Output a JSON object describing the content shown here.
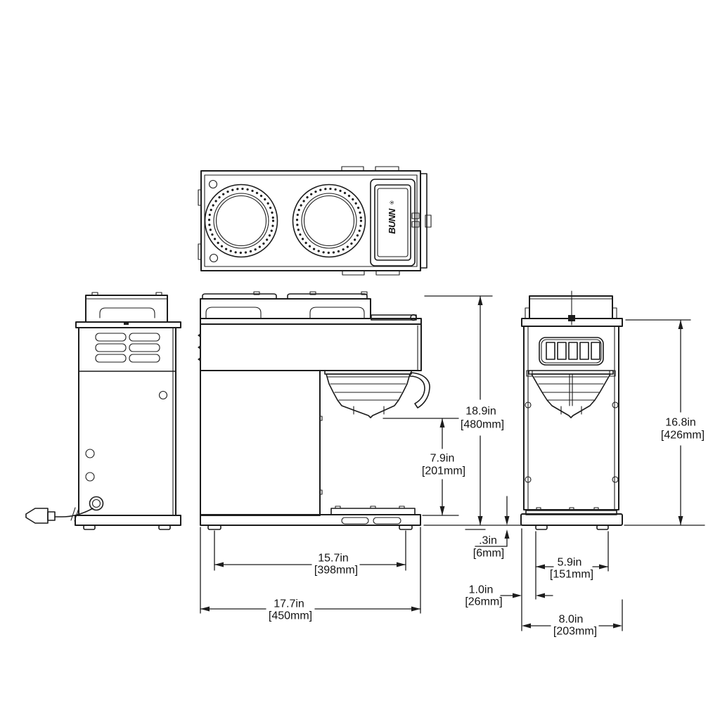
{
  "drawing": {
    "brand": {
      "name": "BUNN",
      "registered_mark": "®"
    },
    "line_color": "#1c1c1c",
    "views": {
      "top": "top plan view with two warmer plates and brew head lid",
      "side_left": "left side elevation with vents and power cord",
      "side_profile": "side profile with brew funnel and drip tray",
      "front": "front elevation with switch panel and funnel"
    },
    "dimensions": {
      "overall_height": {
        "inches": "18.9in",
        "millimeters": "[480mm]"
      },
      "funnel_clearance": {
        "inches": "7.9in",
        "millimeters": "[201mm]"
      },
      "foot_spacing_depth": {
        "inches": "15.7in",
        "millimeters": "[398mm]"
      },
      "overall_depth": {
        "inches": "17.7in",
        "millimeters": "[450mm]"
      },
      "front_height": {
        "inches": "16.8in",
        "millimeters": "[426mm]"
      },
      "foot_height": {
        "inches": ".3in",
        "millimeters": "[6mm]"
      },
      "foot_spacing_width": {
        "inches": "5.9in",
        "millimeters": "[151mm]"
      },
      "foot_inset": {
        "inches": "1.0in",
        "millimeters": "[26mm]"
      },
      "overall_width": {
        "inches": "8.0in",
        "millimeters": "[203mm]"
      }
    }
  }
}
